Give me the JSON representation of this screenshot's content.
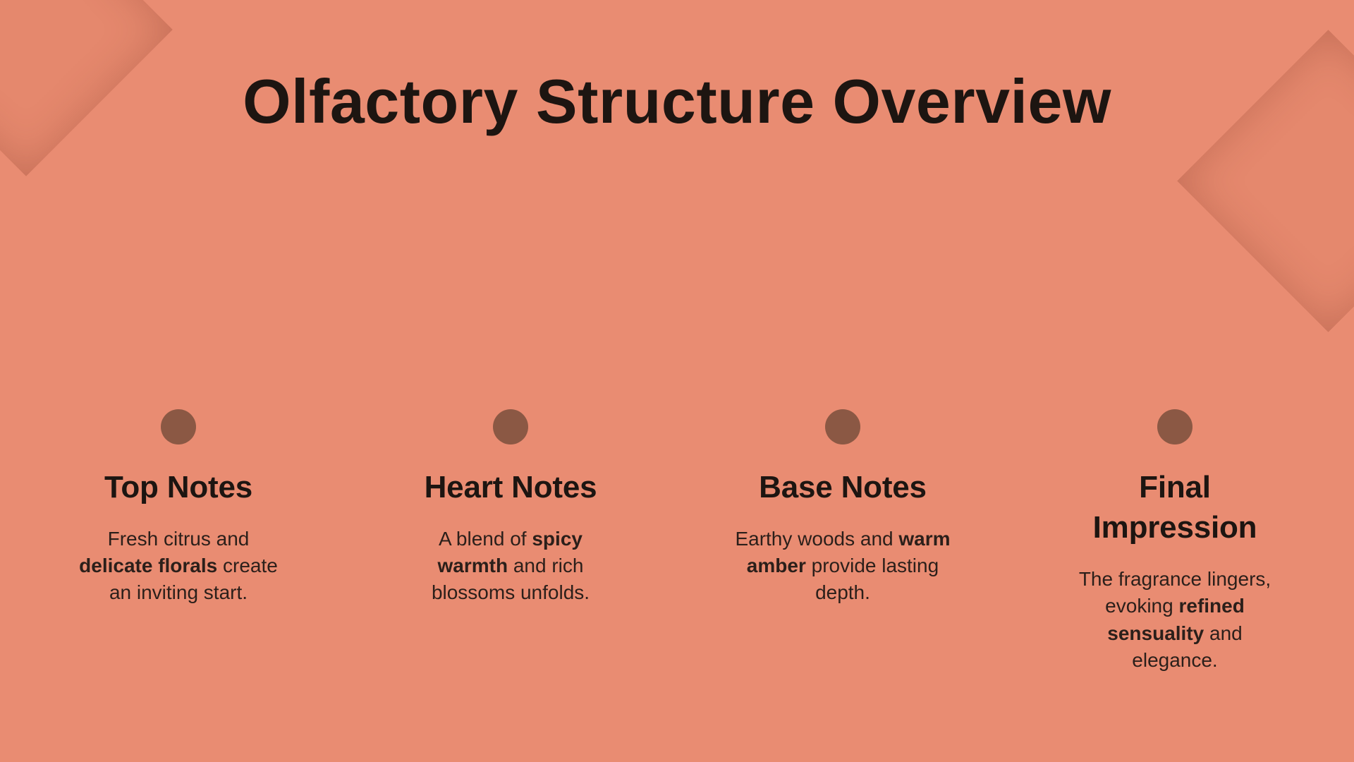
{
  "slide": {
    "title": "Olfactory Structure Overview",
    "columns": [
      {
        "heading": "Top Notes",
        "body": [
          {
            "text": "Fresh citrus and ",
            "bold": false
          },
          {
            "text": "delicate florals",
            "bold": true
          },
          {
            "text": " create an inviting start.",
            "bold": false
          }
        ]
      },
      {
        "heading": "Heart Notes",
        "body": [
          {
            "text": "A blend of ",
            "bold": false
          },
          {
            "text": "spicy warmth",
            "bold": true
          },
          {
            "text": " and rich blossoms unfolds.",
            "bold": false
          }
        ]
      },
      {
        "heading": "Base Notes",
        "body": [
          {
            "text": "Earthy woods and ",
            "bold": false
          },
          {
            "text": "warm amber",
            "bold": true
          },
          {
            "text": " provide lasting depth.",
            "bold": false
          }
        ]
      },
      {
        "heading": "Final Impression",
        "body": [
          {
            "text": "The fragrance lingers, evoking ",
            "bold": false
          },
          {
            "text": "refined sensuality",
            "bold": true
          },
          {
            "text": " and elegance.",
            "bold": false
          }
        ]
      }
    ],
    "decorations": [
      "corner-diamond-top-left",
      "corner-diamond-right"
    ],
    "colors": {
      "background": "#E98C72",
      "diamond": "#E5886D",
      "diamond_edge": "rgba(130,60,42,0.32)",
      "dot": "#8B5844",
      "heading_text": "#1D1511",
      "body_text": "#2B1F1A"
    }
  }
}
